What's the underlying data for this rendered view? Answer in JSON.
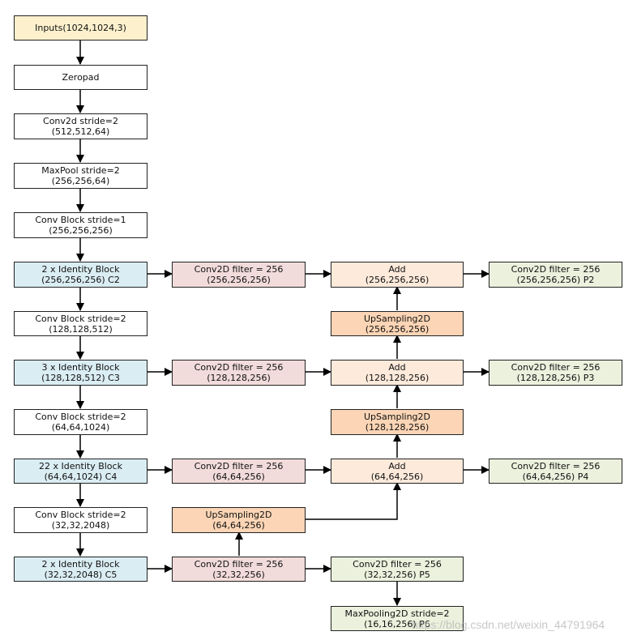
{
  "diagram": {
    "title": "ResNet101 backbone with Feature Pyramid Network",
    "nodes": {
      "inputs": {
        "line1": "Inputs(1024,1024,3)",
        "line2": ""
      },
      "zeropad": {
        "line1": "Zeropad",
        "line2": ""
      },
      "conv1": {
        "line1": "Conv2d stride=2",
        "line2": "(512,512,64)"
      },
      "maxpool": {
        "line1": "MaxPool stride=2",
        "line2": "(256,256,64)"
      },
      "convblock1": {
        "line1": "Conv Block stride=1",
        "line2": "(256,256,256)"
      },
      "id_c2": {
        "line1": "2 x Identity Block",
        "line2": "(256,256,256) C2"
      },
      "convblock2": {
        "line1": "Conv Block stride=2",
        "line2": "(128,128,512)"
      },
      "id_c3": {
        "line1": "3 x Identity Block",
        "line2": "(128,128,512) C3"
      },
      "convblock3": {
        "line1": "Conv Block stride=2",
        "line2": "(64,64,1024)"
      },
      "id_c4": {
        "line1": "22 x Identity Block",
        "line2": "(64,64,1024) C4"
      },
      "convblock4": {
        "line1": "Conv Block stride=2",
        "line2": "(32,32,2048)"
      },
      "id_c5": {
        "line1": "2 x Identity Block",
        "line2": "(32,32,2048) C5"
      },
      "lat_c2": {
        "line1": "Conv2D filter = 256",
        "line2": "(256,256,256)"
      },
      "lat_c3": {
        "line1": "Conv2D filter = 256",
        "line2": "(128,128,256)"
      },
      "lat_c4": {
        "line1": "Conv2D filter = 256",
        "line2": "(64,64,256)"
      },
      "lat_c5": {
        "line1": "Conv2D filter = 256",
        "line2": "(32,32,256)"
      },
      "up_p5": {
        "line1": "UpSampling2D",
        "line2": "(64,64,256)"
      },
      "add_p2": {
        "line1": "Add",
        "line2": "(256,256,256)"
      },
      "up_p3": {
        "line1": "UpSampling2D",
        "line2": "(256,256,256)"
      },
      "add_p3": {
        "line1": "Add",
        "line2": "(128,128,256)"
      },
      "up_p4": {
        "line1": "UpSampling2D",
        "line2": "(128,128,256)"
      },
      "add_p4": {
        "line1": "Add",
        "line2": "(64,64,256)"
      },
      "out_p2": {
        "line1": "Conv2D filter = 256",
        "line2": "(256,256,256) P2"
      },
      "out_p3": {
        "line1": "Conv2D filter = 256",
        "line2": "(128,128,256) P3"
      },
      "out_p4": {
        "line1": "Conv2D filter = 256",
        "line2": "(64,64,256) P4"
      },
      "out_p5": {
        "line1": "Conv2D filter = 256",
        "line2": "(32,32,256) P5"
      },
      "out_p6": {
        "line1": "MaxPooling2D stride=2",
        "line2": "(16,16,256) P6"
      }
    },
    "watermark": "https://blog.csdn.net/weixin_44791964"
  }
}
